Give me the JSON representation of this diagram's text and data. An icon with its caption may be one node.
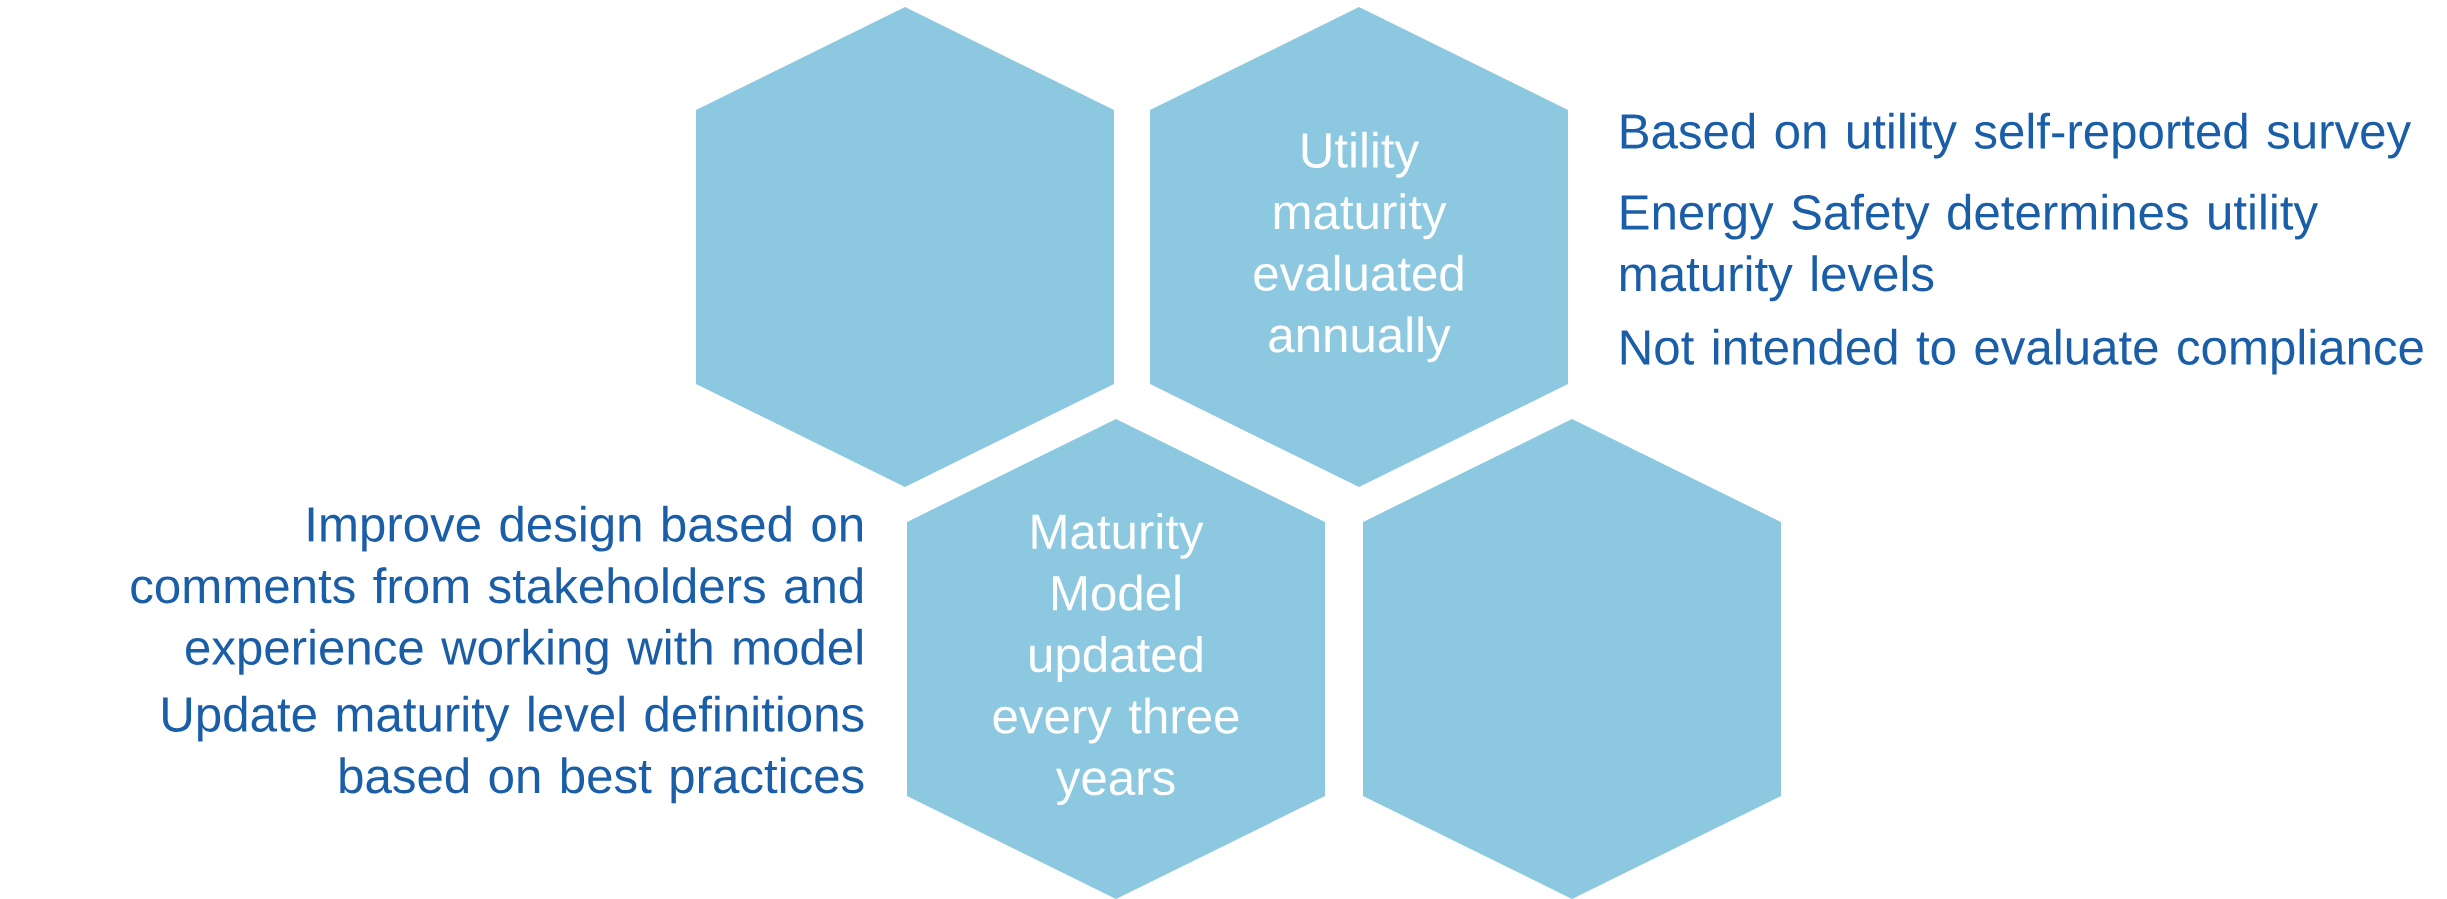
{
  "diagram": {
    "nodes": [
      {
        "text": [],
        "shape": "hexagon"
      },
      {
        "text": [
          "Utility maturity evaluated annually"
        ],
        "beside": [
          "Based on utility self-reported survey",
          "Energy Safety determines utility maturity levels",
          "Not intended to evaluate compliance"
        ]
      },
      {
        "text": [
          "Maturity Model updated every three years"
        ],
        "beside": [
          "Improve design based on comments from stakeholders and experience working with model",
          "Update maturity level definitions based on best practices"
        ]
      },
      {
        "text": [],
        "shape": "hexagon"
      }
    ]
  }
}
